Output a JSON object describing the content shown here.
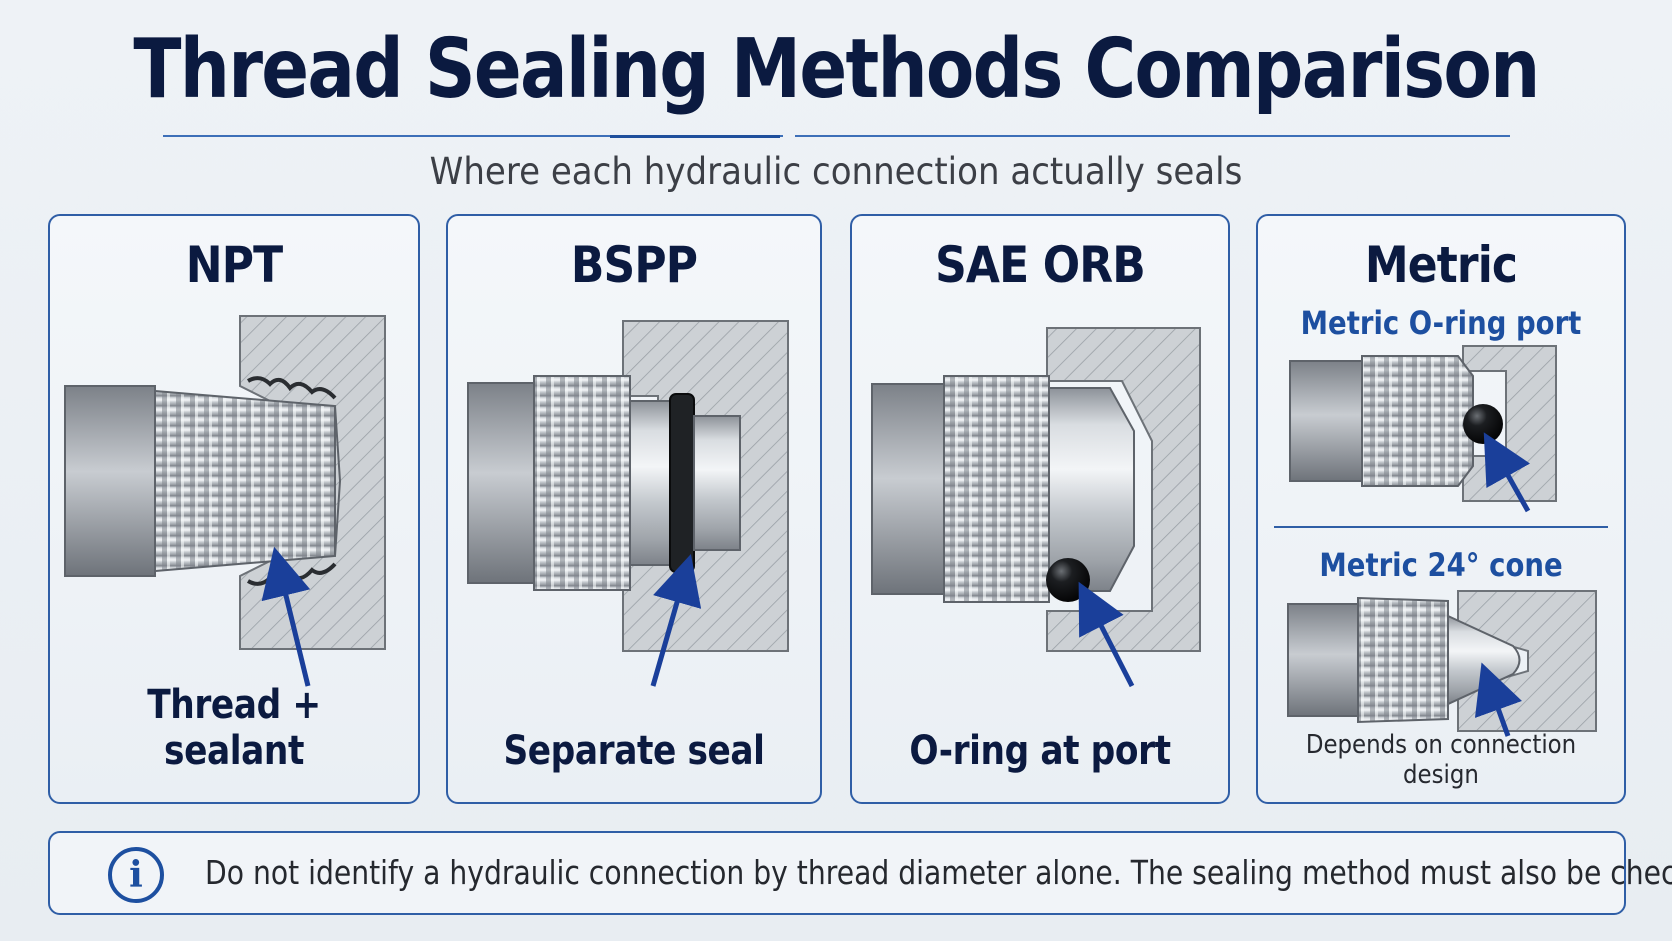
{
  "title": "Thread Sealing Methods Comparison",
  "subtitle": "Where each hydraulic connection actually seals",
  "panels": [
    {
      "title": "NPT",
      "caption": "Thread + sealant"
    },
    {
      "title": "BSPP",
      "caption": "Separate seal"
    },
    {
      "title": "SAE ORB",
      "caption": "O-ring at port"
    },
    {
      "title": "Metric",
      "sub_top": "Metric O-ring port",
      "sub_bottom": "Metric 24° cone",
      "caption": "Depends on connection design"
    }
  ],
  "note": {
    "icon": "info-icon",
    "text": "Do not identify a hydraulic connection by thread diameter alone. The sealing method must also be checked."
  },
  "colors": {
    "accent": "#1d4fa0",
    "border": "#2f5ea6",
    "title": "#0b1a40",
    "arrow": "#1a3f9a",
    "steel": "#b9bec4"
  }
}
